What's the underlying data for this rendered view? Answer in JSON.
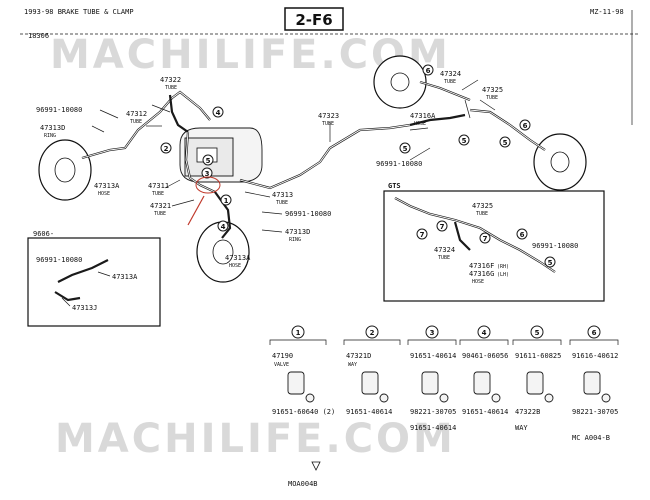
{
  "header": {
    "left_title": "1993-98 BRAKE TUBE & CLAMP",
    "section_code": "2-F6",
    "right_code": "MZ-11-98",
    "section_ref": "18306"
  },
  "watermarks": [
    "MACHILIFE.COM",
    "MACHILIFE.COM"
  ],
  "labels": {
    "p47322": "47322",
    "p47322_sub": "TUBE",
    "p47312": "47312",
    "p47312_sub": "TUBE",
    "p96991_top": "96991-10080",
    "p47313D_top": "47313D",
    "p47313D_top_sub": "RING",
    "p47313A_left": "47313A",
    "p47313A_left_sub": "HOSE",
    "p47311": "47311",
    "p47311_sub": "TUBE",
    "p47321": "47321",
    "p47321_sub": "TUBE",
    "p47313": "47313",
    "p47313_sub": "TUBE",
    "p96991_mid": "96991-10080",
    "p47313D_mid": "47313D",
    "p47313D_mid_sub": "RING",
    "p47313A_low": "47313A",
    "p47313A_low_sub": "HOSE",
    "p47323": "47323",
    "p47323_sub": "TUBE",
    "p47316A": "47316A",
    "p47316A_sub": "HOSE",
    "p96991_right": "96991-10080",
    "p47324_top": "47324",
    "p47324_top_sub": "TUBE",
    "p47325_top": "47325",
    "p47325_top_sub": "TUBE",
    "inset_ref": "9606-",
    "inset_96991": "96991-10080",
    "inset_47313A": "47313A",
    "inset_47313J": "47313J",
    "gts_title": "GTS",
    "gts_47325": "47325",
    "gts_47325_sub": "TUBE",
    "gts_47324": "47324",
    "gts_47324_sub": "TUBE",
    "gts_96991": "96991-10080",
    "gts_47316F": "47316F",
    "gts_47316F_tag": "(RH)",
    "gts_47316G": "47316G",
    "gts_47316G_tag": "(LH)",
    "gts_hose": "HOSE",
    "footer_code": "MC A004-B",
    "footer_bottom": "MOA004B"
  },
  "detail_parts": [
    {
      "num": "1",
      "part": "47190",
      "desc": "VALVE",
      "extra": "91651-60640 (2)",
      "extra2": ""
    },
    {
      "num": "2",
      "part": "47321D",
      "desc": "WAY",
      "extra": "91651-40614",
      "extra2": ""
    },
    {
      "num": "3",
      "part": "91651-40614",
      "desc": "",
      "extra": "98221-30705",
      "extra2": "91651-40614"
    },
    {
      "num": "4",
      "part": "90461-06056",
      "desc": "",
      "extra": "91651-40614",
      "extra2": ""
    },
    {
      "num": "5",
      "part": "91611-60825",
      "desc": "",
      "extra": "47322B",
      "extra2": "WAY"
    },
    {
      "num": "6",
      "part": "91616-40612",
      "desc": "",
      "extra": "98221-30705",
      "extra2": ""
    }
  ]
}
